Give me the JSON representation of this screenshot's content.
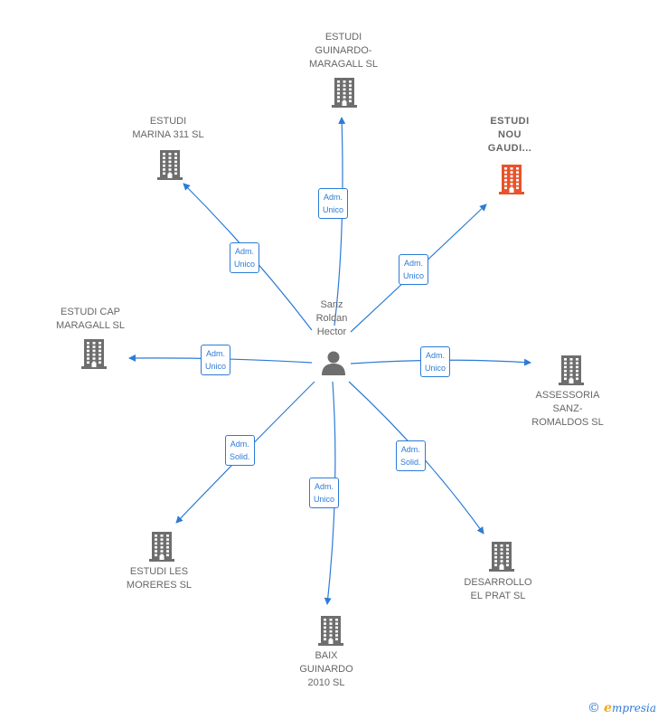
{
  "center": {
    "name": "Sanz\nRoldan\nHector"
  },
  "colors": {
    "edge": "#2c7bd6",
    "building": "#6e6e6e",
    "highlight": "#e8532b",
    "text": "#666666"
  },
  "nodes": [
    {
      "id": "guinardo",
      "name": "ESTUDI\nGUINARDO-\nMARAGALL  SL",
      "relation": "Adm.\nUnico",
      "highlight": false
    },
    {
      "id": "marina",
      "name": "ESTUDI\nMARINA 311  SL",
      "relation": "Adm.\nUnico",
      "highlight": false
    },
    {
      "id": "nou-gaudi",
      "name": "ESTUDI\nNOU\nGAUDI...",
      "relation": "Adm.\nUnico",
      "highlight": true
    },
    {
      "id": "cap-maragall",
      "name": "ESTUDI CAP\nMARAGALL  SL",
      "relation": "Adm.\nUnico",
      "highlight": false
    },
    {
      "id": "assessoria",
      "name": "ASSESSORIA\nSANZ-\nROMALDOS  SL",
      "relation": "Adm.\nUnico",
      "highlight": false
    },
    {
      "id": "les-moreres",
      "name": "ESTUDI LES\nMORERES  SL",
      "relation": "Adm.\nSolid.",
      "highlight": false
    },
    {
      "id": "baix-guinardo",
      "name": "BAIX\nGUINARDO\n2010 SL",
      "relation": "Adm.\nUnico",
      "highlight": false
    },
    {
      "id": "el-prat",
      "name": "DESARROLLO\nEL PRAT  SL",
      "relation": "Adm.\nSolid.",
      "highlight": false
    }
  ],
  "footer": {
    "copyright": "©",
    "brand_initial": "e",
    "brand_rest": "mpresia"
  }
}
